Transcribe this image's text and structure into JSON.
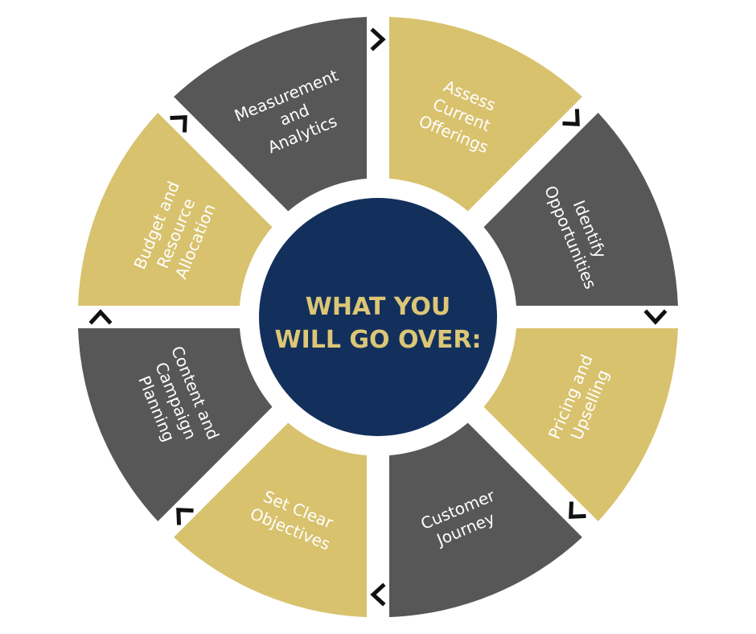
{
  "center": {
    "lines": [
      "WHAT YOU",
      "WILL GO OVER:"
    ],
    "fill": "#13305c",
    "text_color": "#dcc677"
  },
  "colors": {
    "gold": "#d8c26e",
    "gray": "#575757",
    "label": "#ffffff"
  },
  "steps": [
    {
      "lines": [
        "Assess",
        "Current",
        "Offerings"
      ],
      "color": "gold"
    },
    {
      "lines": [
        "Identify",
        "Opportunities"
      ],
      "color": "gray"
    },
    {
      "lines": [
        "Pricing and",
        "Upselling"
      ],
      "color": "gold"
    },
    {
      "lines": [
        "Customer",
        "Journey"
      ],
      "color": "gray"
    },
    {
      "lines": [
        "Set Clear",
        "Objectives"
      ],
      "color": "gold"
    },
    {
      "lines": [
        "Content and",
        "Campaign",
        "Planning"
      ],
      "color": "gray"
    },
    {
      "lines": [
        "Budget and",
        "Resource",
        "Allocation"
      ],
      "color": "gold"
    },
    {
      "lines": [
        "Measurement",
        "and",
        "Analytics"
      ],
      "color": "gray"
    }
  ]
}
